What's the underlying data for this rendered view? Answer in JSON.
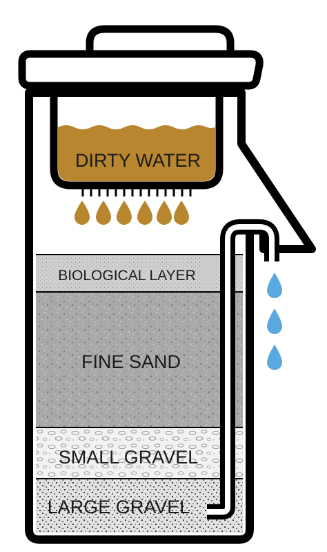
{
  "diagram": {
    "labels": {
      "dirty_water": "DIRTY WATER",
      "biological_layer": "BIOLOGICAL LAYER",
      "fine_sand": "FINE SAND",
      "small_gravel": "SMALL GRAVEL",
      "large_gravel": "LARGE GRAVEL"
    },
    "colors": {
      "outline": "#000000",
      "dirty_water": "#b8862e",
      "clean_water_drop": "#5aa9de",
      "biological_layer": "#cfcfcf",
      "fine_sand": "#a9a9a9",
      "small_gravel": "#efefef",
      "large_gravel": "#d9d9d9",
      "background": "#ffffff"
    },
    "icons": [
      "lid-icon",
      "dirty-water-drop-icon",
      "clean-water-drop-icon",
      "outlet-pipe-icon",
      "spout-icon"
    ]
  }
}
